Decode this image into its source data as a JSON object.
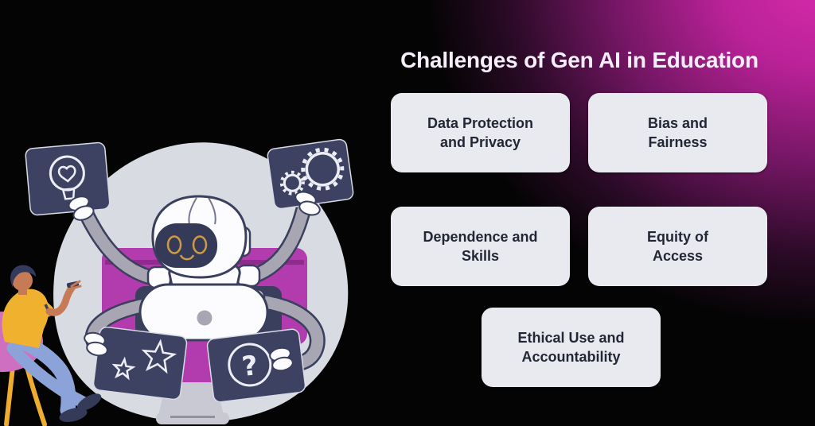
{
  "title": "Challenges of Gen AI in Education",
  "cards": [
    {
      "id": "data-protection-privacy",
      "label": "Data Protection\nand Privacy"
    },
    {
      "id": "bias-fairness",
      "label": "Bias and\nFairness"
    },
    {
      "id": "dependence-skills",
      "label": "Dependence and\nSkills"
    },
    {
      "id": "equity-access",
      "label": "Equity of\nAccess"
    },
    {
      "id": "ethical-use-accountability",
      "label": "Ethical Use and\nAccountability"
    }
  ],
  "colors": {
    "background": "#040404",
    "glow_magenta": "#d62bab",
    "title_text": "#f6eefa",
    "card_background": "#e8eaf0",
    "card_text": "#232735",
    "blob_gray": "#d9dbe3",
    "tablet_navy": "#3d4263",
    "chair_magenta": "#b23cae",
    "robot_white": "#fcfcfe",
    "outline_navy": "#3a3f5e",
    "arm_gray": "#a7a6b2",
    "accent_gold": "#cf9b3f",
    "person_skin": "#c77a56",
    "person_shirt": "#f0b12f",
    "person_pants": "#8ba3d8",
    "pouf_pink": "#cf6fc0",
    "stool_yellow": "#eead2e"
  },
  "illustration": {
    "description": "Four-armed robot seated at a magenta workstation holding four tablets with lightbulb, gears, stars and question-mark icons, while a person seated on a pink stool reaches toward it",
    "question_glyph": "?",
    "icons": [
      "lightbulb-icon",
      "gears-icon",
      "stars-icon",
      "question-mark-icon"
    ]
  }
}
